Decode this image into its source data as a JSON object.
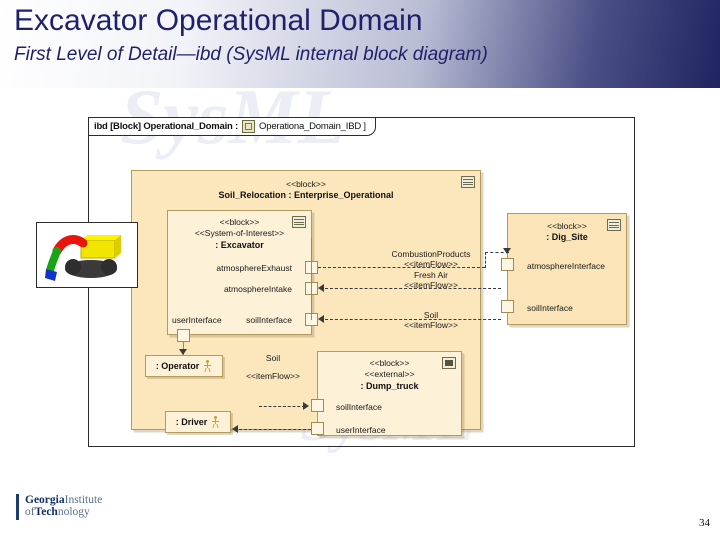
{
  "slide": {
    "title": "Excavator Operational Domain",
    "subtitle": "First Level of Detail—ibd (SysML internal block diagram)",
    "page_number": "34",
    "logo": {
      "line1_bold": "Georgia",
      "line1_thin": "Institute",
      "line2_thin_a": "of",
      "line2_bold": "Tech",
      "line2_thin_b": "nology"
    },
    "watermark_text": "SysML"
  },
  "diagram": {
    "frame_label_prefix": "ibd [Block] Operational_Domain :",
    "frame_icon": "ibd-diagram-icon",
    "frame_label_name": "Operationa_Domain_IBD ]",
    "enterprise": {
      "stereotype": "<<block>>",
      "name": "Soil_Relocation : Enterprise_Operational",
      "corner_icon": "diagram-icon"
    },
    "excavator": {
      "stereotype1": "<<block>>",
      "stereotype2": "<<System-of-Interest>>",
      "name": ": Excavator",
      "corner_icon": "diagram-icon",
      "ports": [
        {
          "label": "atmosphereExhaust"
        },
        {
          "label": "atmosphereIntake"
        },
        {
          "label": "soilInterface"
        },
        {
          "label": "userInterface"
        }
      ]
    },
    "dig_site": {
      "stereotype": "<<block>>",
      "name": ": Dig_Site",
      "corner_icon": "diagram-icon",
      "ports": [
        {
          "label": "atmosphereInterface"
        },
        {
          "label": "soilInterface"
        }
      ]
    },
    "dump_truck": {
      "stereotype1": "<<block>>",
      "stereotype2": "<<external>>",
      "name": ": Dump_truck",
      "corner_icon": "display-icon",
      "ports": [
        {
          "label": "soilInterface"
        },
        {
          "label": "userInterface"
        }
      ]
    },
    "actors": [
      {
        "name": ": Operator",
        "icon": "actor-stick-figure-icon"
      },
      {
        "name": ": Driver",
        "icon": "actor-stick-figure-icon"
      }
    ],
    "flows": [
      {
        "name": "CombustionProducts",
        "stereotype": "<<itemFlow>>",
        "direction": "right"
      },
      {
        "name": "Fresh Air",
        "stereotype": "<<itemFlow>>",
        "direction": "left"
      },
      {
        "name": "Soil",
        "stereotype": "<<itemFlow>>",
        "direction": "left"
      },
      {
        "name": "Soil",
        "stereotype": "<<itemFlow>>",
        "direction": "right"
      }
    ],
    "picture": {
      "alt": "excavator-illustration"
    }
  },
  "colors": {
    "header_gradient_start": "#ffffff",
    "header_gradient_end": "#1f2460",
    "title_text": "#20216b",
    "block_fill_outer": "#fce7bd",
    "block_fill_inner": "#fdf1d7",
    "block_border": "#b39b5e",
    "connector": "#3a3a3a"
  }
}
